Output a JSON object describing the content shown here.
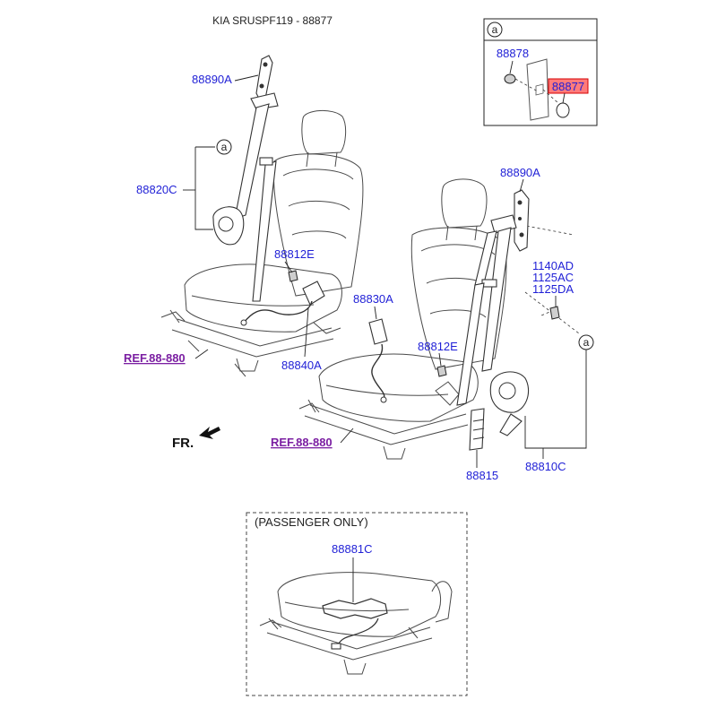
{
  "header": {
    "title": "KIA SRUSPF119 - 88877"
  },
  "callout_marker": "a",
  "labels": {
    "p88890A_left": "88890A",
    "p88820C": "88820C",
    "p88812E_left": "88812E",
    "p88840A": "88840A",
    "p88890A_right": "88890A",
    "p1140AD": "1140AD",
    "p1125AC": "1125AC",
    "p1125DA": "1125DA",
    "p88830A": "88830A",
    "p88812E_right": "88812E",
    "p88815": "88815",
    "p88810C": "88810C",
    "p88878": "88878",
    "p88877": "88877",
    "p88881C": "88881C"
  },
  "refs": {
    "left": "REF.88-880",
    "right": "REF.88-880"
  },
  "front_indicator": "FR.",
  "passenger_box": {
    "title": "(PASSENGER ONLY)"
  },
  "colors": {
    "label_blue": "#1f1fd6",
    "ref_purple": "#7b1fa2",
    "highlight_fill": "#ff7b7b",
    "highlight_border": "#d40000"
  }
}
